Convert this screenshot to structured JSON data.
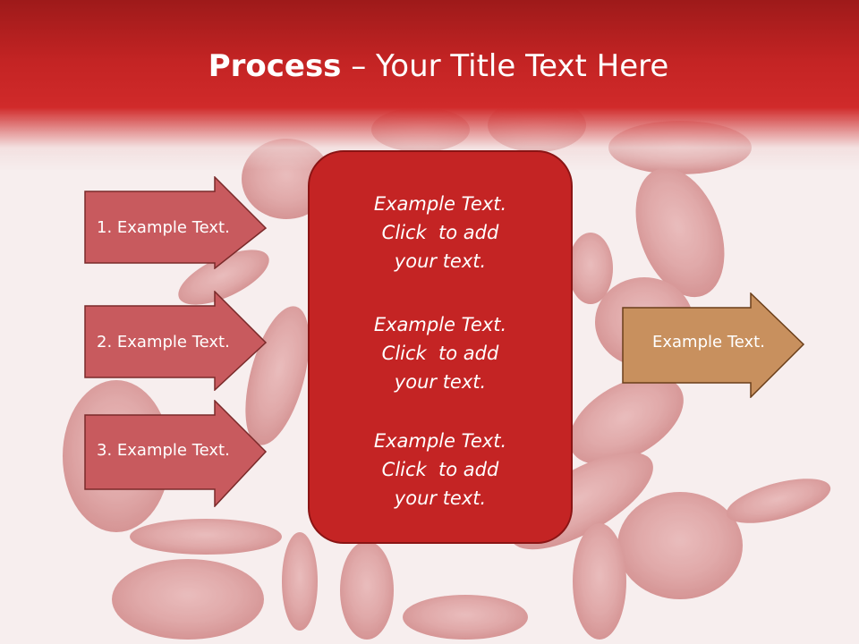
{
  "slide": {
    "title_bold": "Process",
    "title_rest": " – Your Title Text Here"
  },
  "left_arrows": [
    {
      "label": "1. Example Text."
    },
    {
      "label": "2. Example Text."
    },
    {
      "label": "3. Example Text."
    }
  ],
  "center_box": {
    "paragraphs": [
      {
        "line1": "Example Text.",
        "line2": "Click  to add",
        "line3": "your text."
      },
      {
        "line1": "Example Text.",
        "line2": "Click  to add",
        "line3": "your text."
      },
      {
        "line1": "Example Text.",
        "line2": "Click  to add",
        "line3": "your text."
      }
    ]
  },
  "right_arrow": {
    "label": "Example Text."
  },
  "colors": {
    "header_red": "#c42424",
    "left_arrow_fill": "#c85a5e",
    "center_box_fill": "#c42424",
    "right_arrow_fill": "#c8905e"
  }
}
